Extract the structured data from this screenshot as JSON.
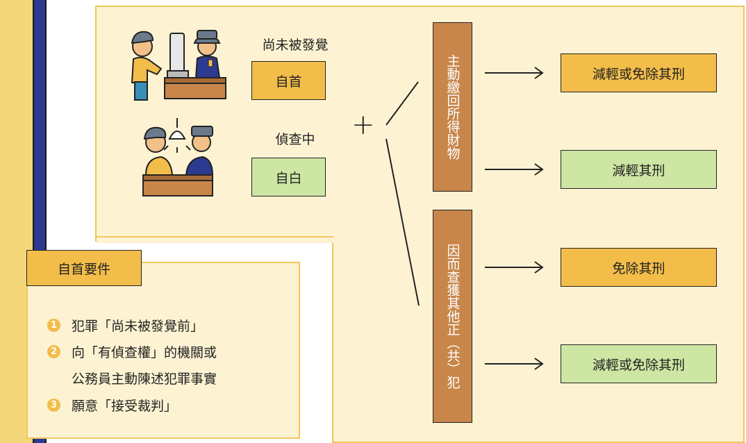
{
  "scenarios": [
    {
      "condition": "尚未被發覺",
      "box_label": "自首",
      "box_color": "#f3bd4a"
    },
    {
      "condition": "偵查中",
      "box_label": "自白",
      "box_color": "#cde6a3"
    }
  ],
  "plus_sign": "+",
  "branch_top": {
    "label": "主動繳回所得財物",
    "outcomes": [
      "減輕或免除其刑",
      "減輕其刑"
    ]
  },
  "branch_bottom": {
    "label": "因而查獲其他正（共）犯",
    "outcomes": [
      "免除其刑",
      "減輕或免除其刑"
    ]
  },
  "requirements": {
    "title": "自首要件",
    "items": [
      {
        "num": "1",
        "text": "犯罪「尚未被發覺前」"
      },
      {
        "num": "2",
        "text": "向「有偵查權」的機關或",
        "continuation": "公務員主動陳述犯罪事實"
      },
      {
        "num": "3",
        "text": "願意「接受裁判」"
      }
    ]
  },
  "colors": {
    "accent_yellow": "#f3bd4a",
    "accent_green": "#cde6a3",
    "vertical_box": "#c8864a",
    "panel": "#fdf3d2",
    "sidebar": "#2c3b8f"
  }
}
